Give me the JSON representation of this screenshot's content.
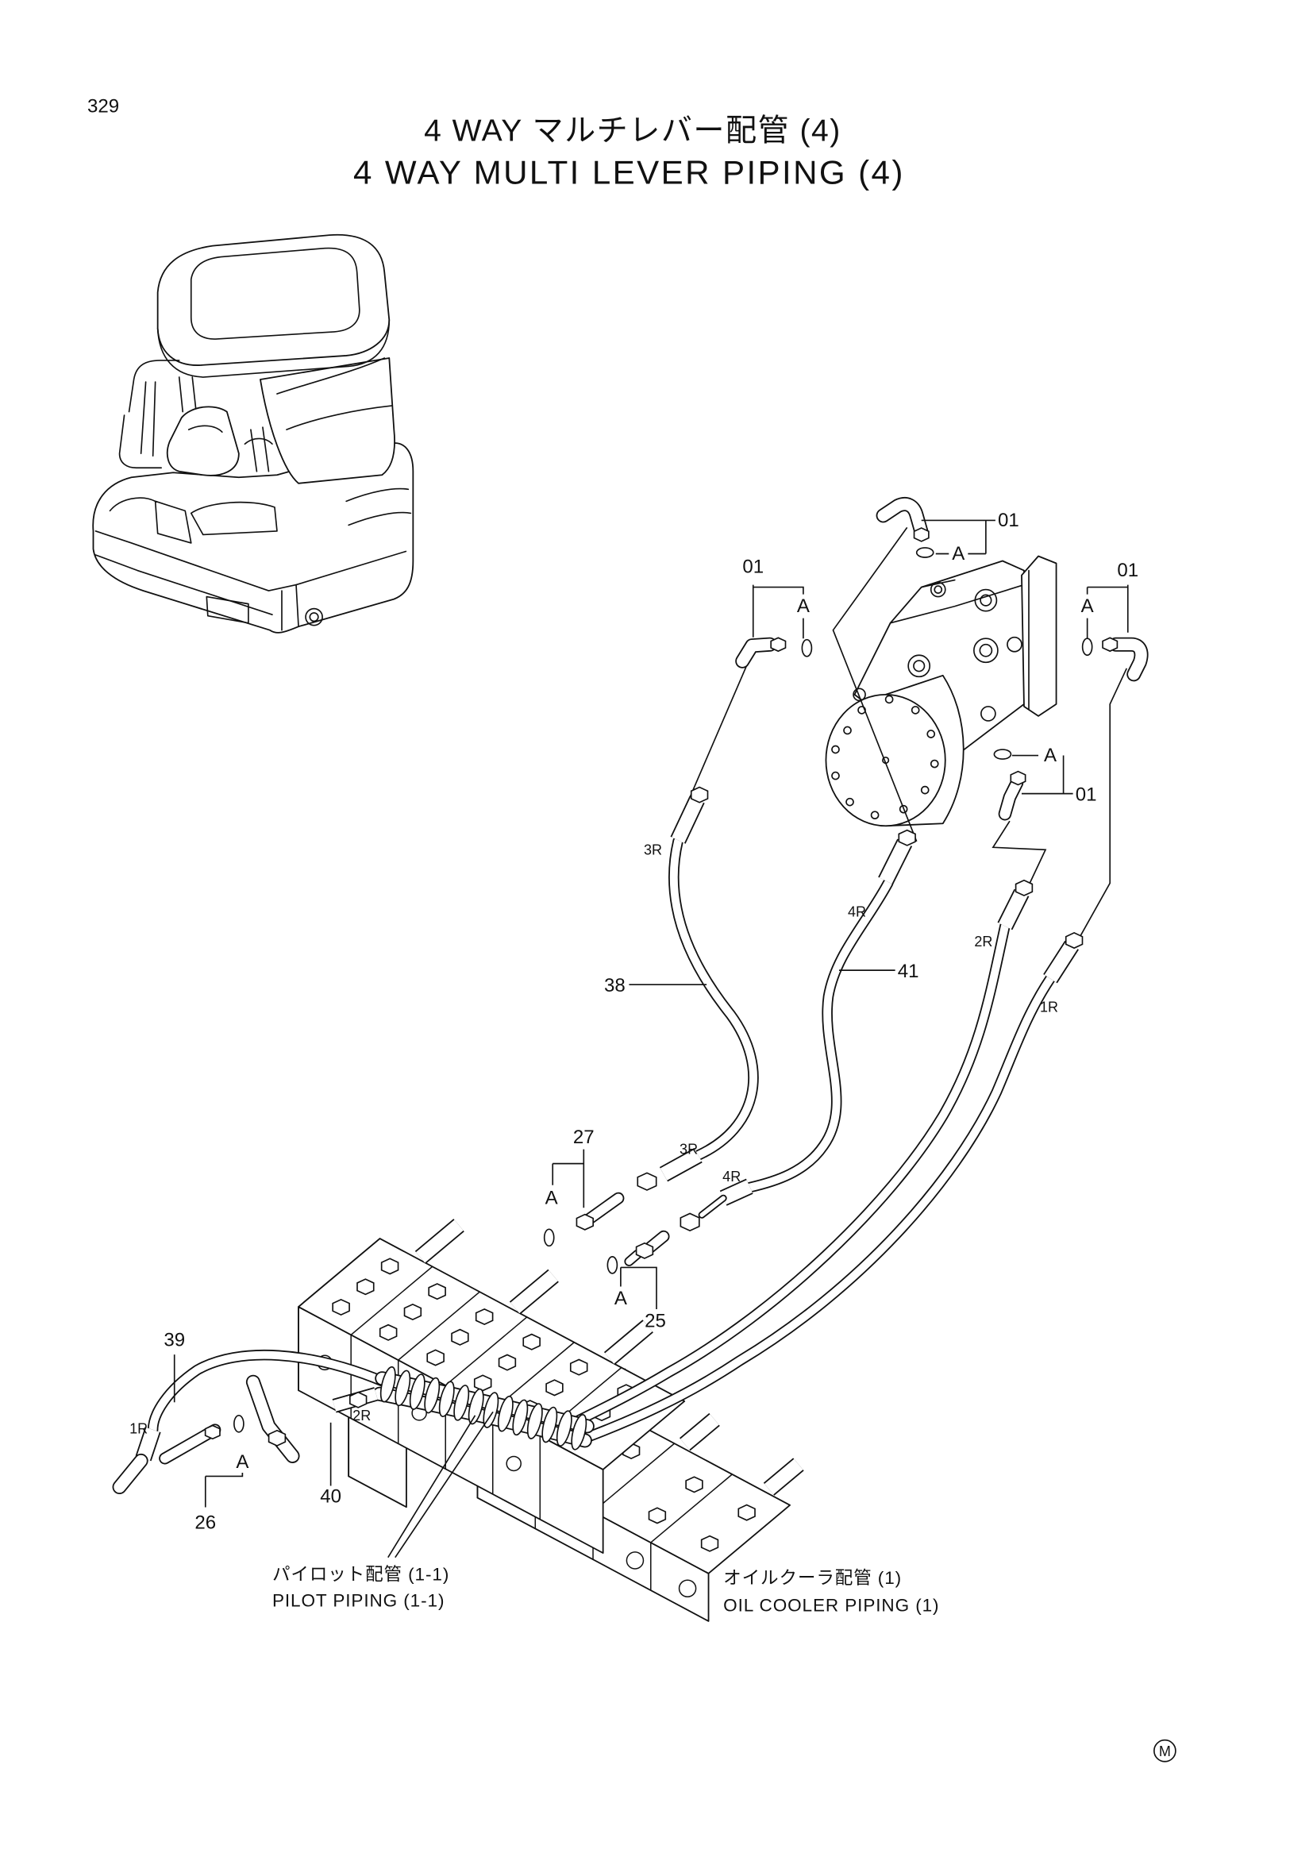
{
  "page_number": "329",
  "title": {
    "jp": "4 WAY マルチレバー配管 (4)",
    "en": "4 WAY MULTI LEVER PIPING (4)"
  },
  "callouts": {
    "fitting_01_top": "01",
    "oring_a_top": "A",
    "fitting_01_left": "01",
    "oring_a_left": "A",
    "fitting_01_right": "01",
    "oring_a_right": "A",
    "oring_a_lower": "A",
    "fitting_01_lower": "01",
    "hose_38": "38",
    "hose_41": "41",
    "nipple_27": "27",
    "oring_a_27": "A",
    "elbow_25": "25",
    "oring_a_25": "A",
    "hose_39": "39",
    "nipple_26": "26",
    "oring_a_26": "A",
    "fitting_40": "40"
  },
  "hose_end_marks": {
    "h3r_top": "3R",
    "h4r_top": "4R",
    "h2r_top": "2R",
    "h1r_top": "1R",
    "h3r_bottom": "3R",
    "h4r_bottom": "4R",
    "h1r_bottom": "1R",
    "h2r_bottom": "2R"
  },
  "references": {
    "pilot": {
      "jp": "パイロット配管 (1-1)",
      "en": "PILOT PIPING (1-1)"
    },
    "oil_cooler": {
      "jp": "オイルクーラ配管 (1)",
      "en": "OIL COOLER PIPING (1)"
    }
  },
  "corner_mark": "M"
}
